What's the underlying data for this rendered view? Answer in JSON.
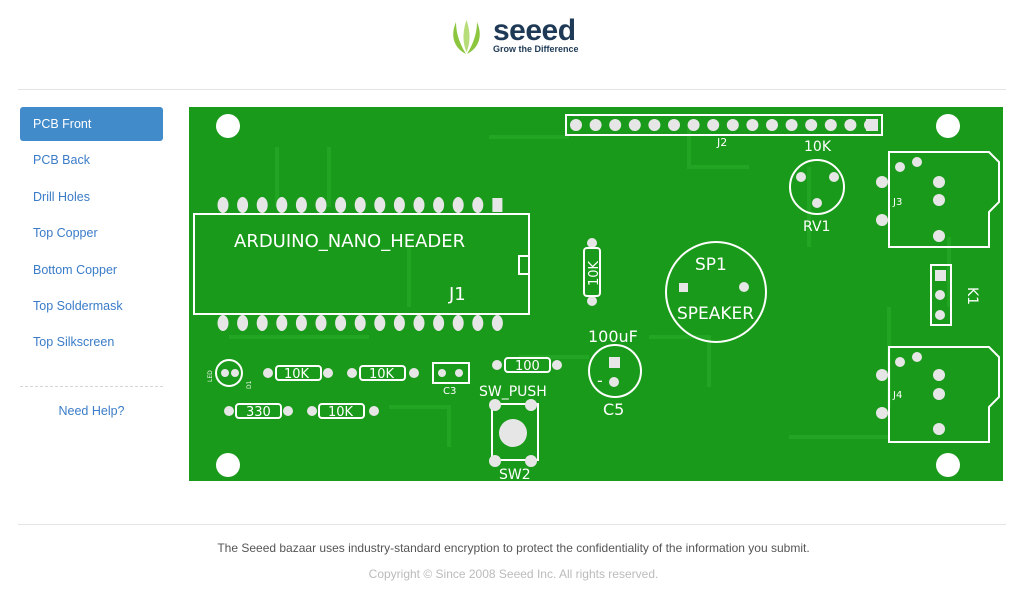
{
  "brand": {
    "name": "seeed",
    "tagline": "Grow the Difference",
    "primary_color": "#1f3a56",
    "leaf_color": "#8cc63f"
  },
  "sidebar": {
    "items": [
      {
        "label": "PCB Front",
        "active": true
      },
      {
        "label": "PCB Back",
        "active": false
      },
      {
        "label": "Drill Holes",
        "active": false
      },
      {
        "label": "Top Copper",
        "active": false
      },
      {
        "label": "Bottom Copper",
        "active": false
      },
      {
        "label": "Top Soldermask",
        "active": false
      },
      {
        "label": "Top Silkscreen",
        "active": false
      }
    ],
    "help_label": "Need Help?"
  },
  "pcb": {
    "board_color": "#1a9a1a",
    "labels": {
      "j2": "J2",
      "header": "ARDUINO_NANO_HEADER",
      "j1": "J1",
      "r_vert": "10K",
      "rv1_value": "10K",
      "rv1": "RV1",
      "sp1": "SP1",
      "speaker": "SPEAKER",
      "j3": "J3",
      "j4": "J4",
      "k1": "K1",
      "c5_value": "100uF",
      "c5": "C5",
      "c5_minus": "-",
      "r_100": "100",
      "sw_push": "SW_PUSH",
      "sw2": "SW2",
      "c3": "C3",
      "r1": "10K",
      "r2": "10K",
      "r3": "330",
      "r4": "10K",
      "led": "LED",
      "d1": "D1"
    }
  },
  "footer": {
    "note": "The Seeed bazaar uses industry-standard encryption to protect the confidentiality of the information you submit.",
    "copyright": "Copyright © Since 2008 Seeed Inc. All rights reserved."
  }
}
